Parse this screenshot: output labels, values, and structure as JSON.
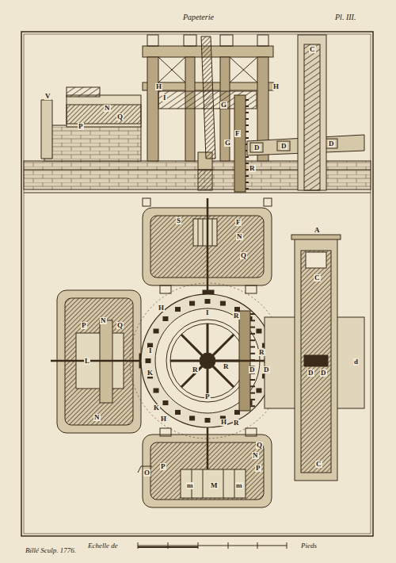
{
  "diagram": {
    "title": "Papeterie",
    "labels": [
      "Pl. III.",
      "V",
      "P",
      "N",
      "Q",
      "H",
      "H",
      "I",
      "G",
      "G",
      "F",
      "R",
      "D",
      "D",
      "D",
      "C",
      "S",
      "F",
      "N",
      "Q",
      "I",
      "P",
      "N",
      "Q",
      "L",
      "N",
      "I",
      "H",
      "K",
      "R",
      "R",
      "P",
      "K",
      "H",
      "H",
      "R",
      "R",
      "R",
      "D",
      "D",
      "A",
      "C",
      "D",
      "D",
      "C",
      "d",
      "O",
      "P",
      "Q",
      "N",
      "M",
      "m",
      "m",
      "P",
      "Echelle de",
      "Pieds",
      "Billé Sculp. 1776."
    ]
  }
}
